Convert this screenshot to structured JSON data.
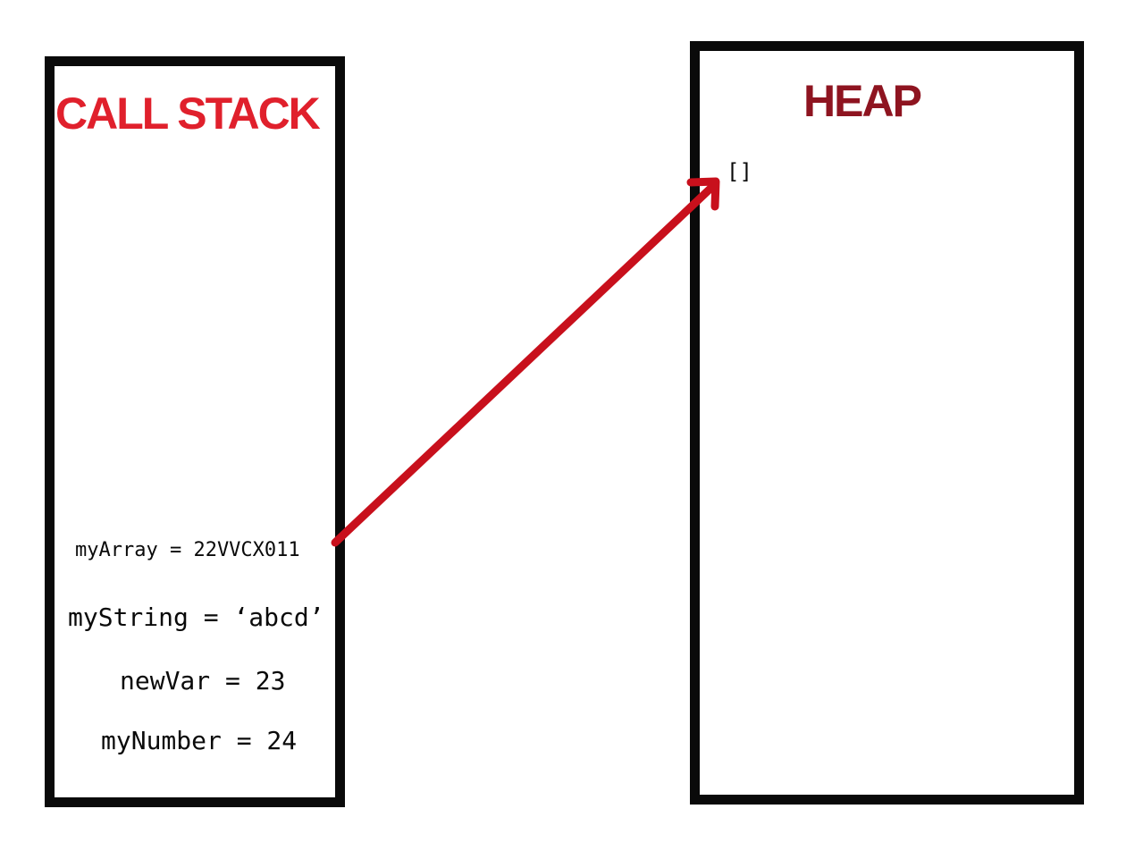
{
  "call_stack": {
    "title": "CALL STACK",
    "variables": [
      "myArray = 22VVCX011",
      "myString = ‘abcd’",
      "newVar = 23",
      "myNumber = 24"
    ]
  },
  "heap": {
    "title": "HEAP",
    "value": "[]"
  },
  "colors": {
    "arrow": "#c8101c",
    "call_stack_title": "#e0202c",
    "heap_title": "#8e1420",
    "border": "#0a0a0a"
  }
}
